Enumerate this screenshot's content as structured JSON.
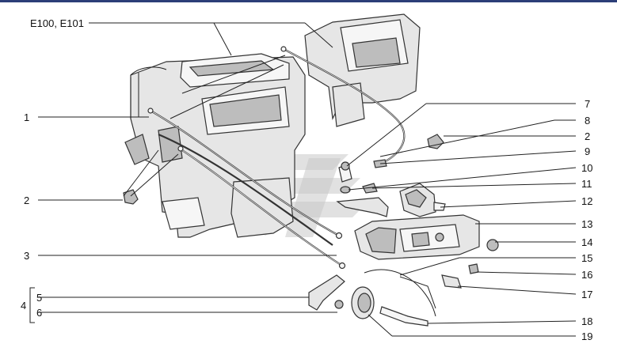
{
  "callouts": {
    "c_e100": "E100, E101",
    "c1": "1",
    "c2a": "2",
    "c3": "3",
    "c4": "4",
    "c5": "5",
    "c6": "6",
    "c7": "7",
    "c8": "8",
    "c2b": "2",
    "c9": "9",
    "c10": "10",
    "c11": "11",
    "c12": "12",
    "c13": "13",
    "c14": "14",
    "c15": "15",
    "c16": "16",
    "c17": "17",
    "c18": "18",
    "c19": "19"
  },
  "colors": {
    "line": "#222222",
    "top_rule": "#2c3e78",
    "watermark": "#c9c9c9"
  }
}
